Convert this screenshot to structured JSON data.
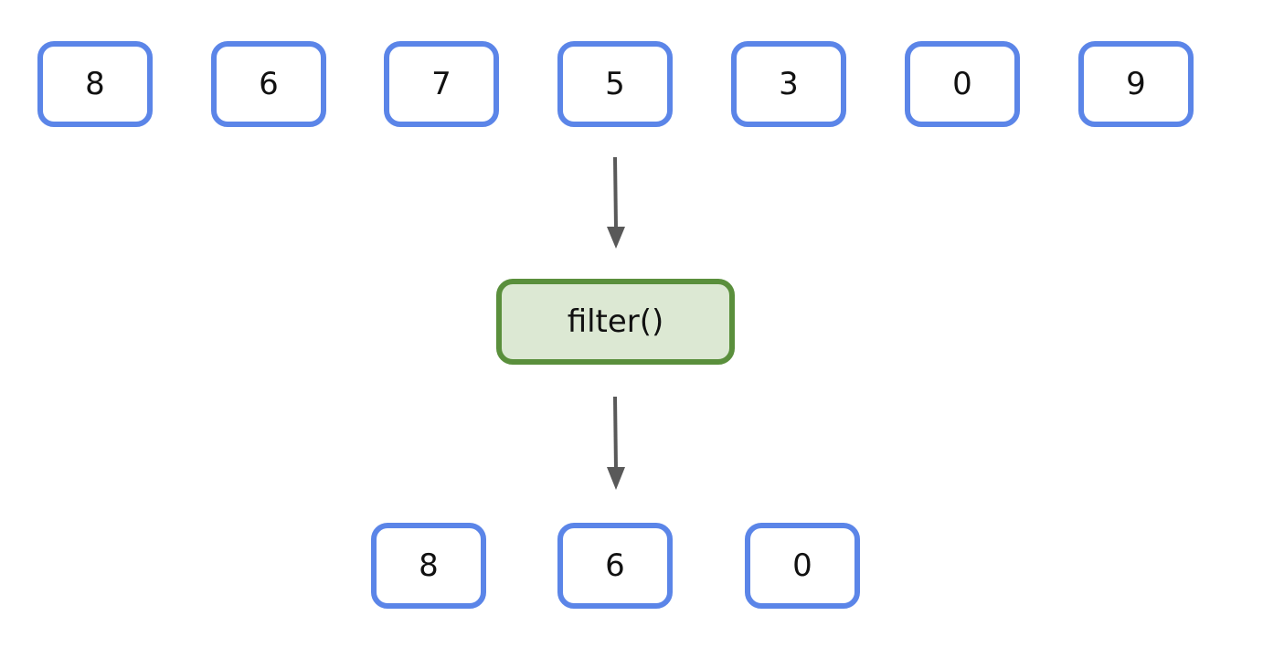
{
  "input": {
    "items": [
      "8",
      "6",
      "7",
      "5",
      "3",
      "0",
      "9"
    ]
  },
  "operation": {
    "label": "filter()"
  },
  "output": {
    "items": [
      "8",
      "6",
      "0"
    ]
  },
  "colors": {
    "item_border": "#5b85e8",
    "operation_border": "#5a8f3c",
    "operation_fill": "#dce8d3",
    "arrow": "#595959"
  }
}
